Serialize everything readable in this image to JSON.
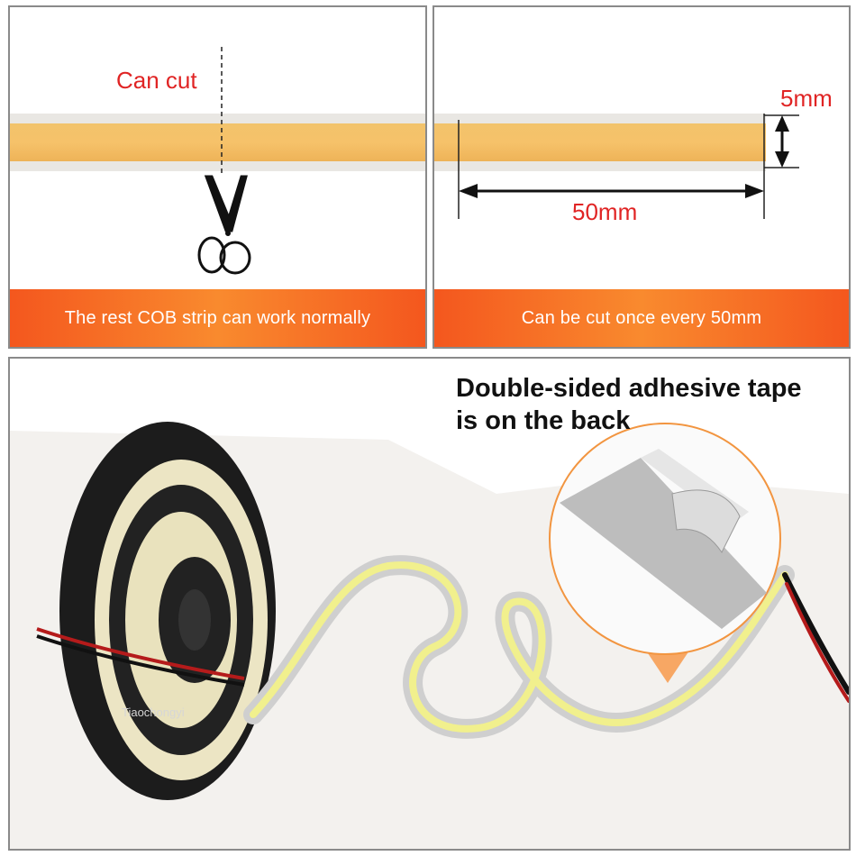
{
  "panels": {
    "left": {
      "label": "Can cut",
      "banner": "The rest COB strip can work normally"
    },
    "right": {
      "width_label": "5mm",
      "length_label": "50mm",
      "banner": "Can be cut once every 50mm"
    },
    "bottom": {
      "title_line1": "Double-sided adhesive tape",
      "title_line2": "is on the back",
      "watermark": "Tiaochongyi"
    }
  },
  "colors": {
    "banner": "#f4571e",
    "label_red": "#e02424",
    "strip_glow": "#f6c26a"
  },
  "icons": [
    "scissors-icon",
    "cut-line-icon",
    "dimension-arrow-icon"
  ]
}
